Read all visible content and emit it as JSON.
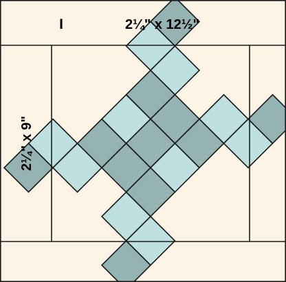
{
  "diagram": {
    "block_id": "I",
    "top_strip_label": "2¼\" x 12½\"",
    "side_strip_label": "2¼\" x 9\"",
    "colors": {
      "background": "#fdf4e6",
      "outline": "#1a1a1a",
      "light_square": "#bfe0e0",
      "dark_square": "#95b3b3"
    },
    "pattern": {
      "type": "double-x-quilt-block",
      "grid": [
        [
          0,
          2,
          0,
          0,
          0,
          2,
          0
        ],
        [
          0,
          1,
          1,
          0,
          1,
          1,
          0
        ],
        [
          0,
          0,
          2,
          2,
          2,
          0,
          0
        ],
        [
          0,
          0,
          1,
          2,
          1,
          0,
          0
        ],
        [
          0,
          0,
          2,
          2,
          2,
          0,
          0
        ],
        [
          0,
          1,
          1,
          0,
          1,
          1,
          0
        ],
        [
          0,
          2,
          0,
          0,
          0,
          2,
          0
        ]
      ]
    }
  }
}
